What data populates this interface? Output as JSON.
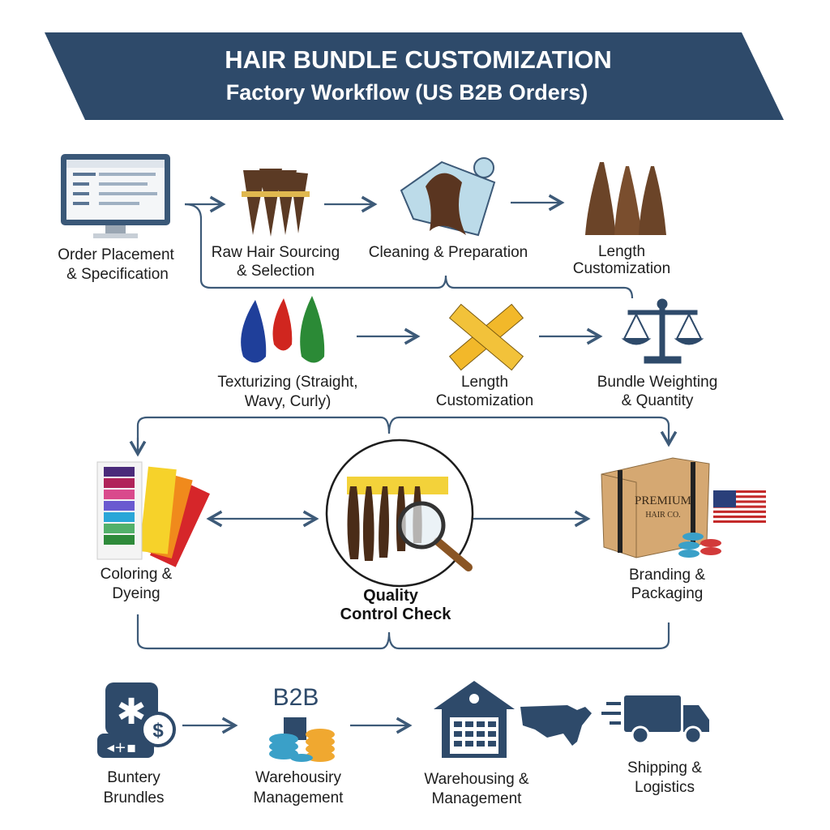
{
  "banner": {
    "title": "HAIR BUNDLE CUSTOMIZATION",
    "subtitle": "Factory Workflow (US B2B Orders)",
    "color": "#2e4a6a"
  },
  "steps": {
    "order": {
      "line1": "Order Placement",
      "line2": "& Specification",
      "icon": "computer-monitor-icon"
    },
    "raw": {
      "line1": "Raw Hair Sourcing",
      "line2": "& Selection",
      "icon": "hair-bundles-icon"
    },
    "cleaning": {
      "line1": "Cleaning & Preparation",
      "icon": "washing-hair-icon"
    },
    "length1": {
      "line1": "Length",
      "line2": "Customization",
      "icon": "hair-lengths-icon"
    },
    "texturizing": {
      "line1": "Texturizing (Straight,",
      "line2": "Wavy, Curly)",
      "icon": "color-drops-icon"
    },
    "length2": {
      "line1": "Length",
      "line2": "Customization",
      "icon": "measuring-tape-icon"
    },
    "weighting": {
      "line1": "Bundle Weighting",
      "line2": "& Quantity",
      "icon": "balance-scale-icon"
    },
    "coloring": {
      "line1": "Coloring &",
      "line2": "Dyeing",
      "icon": "color-swatch-icon"
    },
    "qc": {
      "line1": "Quality",
      "line2": "Control Check",
      "icon": "magnifier-icon"
    },
    "branding": {
      "line1": "Branding &",
      "line2": "Packaging",
      "box_text1": "PREMIUM",
      "box_text2": "HAIR CO.",
      "icon": "package-box-icon"
    },
    "buntery": {
      "line1": "Buntery",
      "line2": "Brundles",
      "icon": "gear-dollar-icon"
    },
    "warehousiry": {
      "line1": "Warehousiry",
      "line2": "Management",
      "badge": "B2B",
      "icon": "coin-stacks-icon"
    },
    "warehousing": {
      "line1": "Warehousing &",
      "line2": "Management",
      "icon": "warehouse-icon"
    },
    "shipping": {
      "line1": "Shipping &",
      "line2": "Logistics",
      "icon": "truck-icon"
    }
  }
}
